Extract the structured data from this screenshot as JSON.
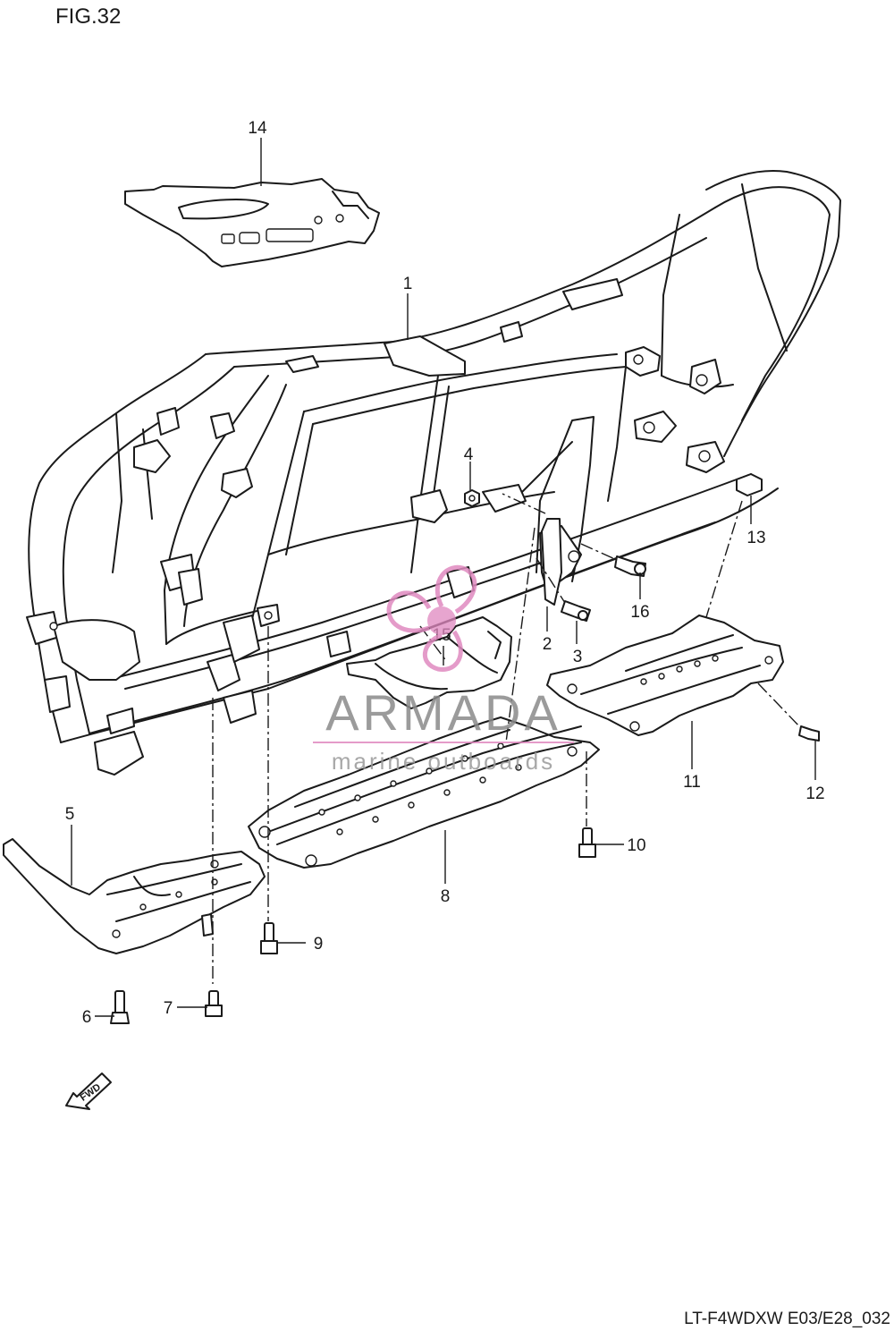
{
  "figure_title": "FIG.32",
  "drawing_code": "LT-F4WDXW E03/E28_032",
  "direction_marker": "FWD",
  "watermark": {
    "brand": "ARMADA",
    "tagline": "marine outboards",
    "accent_color": "#e08ac0"
  },
  "callouts": [
    {
      "id": "1",
      "label": "1"
    },
    {
      "id": "2",
      "label": "2"
    },
    {
      "id": "3",
      "label": "3"
    },
    {
      "id": "4",
      "label": "4"
    },
    {
      "id": "5",
      "label": "5"
    },
    {
      "id": "6",
      "label": "6"
    },
    {
      "id": "7",
      "label": "7"
    },
    {
      "id": "8",
      "label": "8"
    },
    {
      "id": "9",
      "label": "9"
    },
    {
      "id": "10",
      "label": "10"
    },
    {
      "id": "11",
      "label": "11"
    },
    {
      "id": "12",
      "label": "12"
    },
    {
      "id": "13",
      "label": "13"
    },
    {
      "id": "14",
      "label": "14"
    },
    {
      "id": "15",
      "label": "15"
    },
    {
      "id": "16",
      "label": "16"
    }
  ]
}
